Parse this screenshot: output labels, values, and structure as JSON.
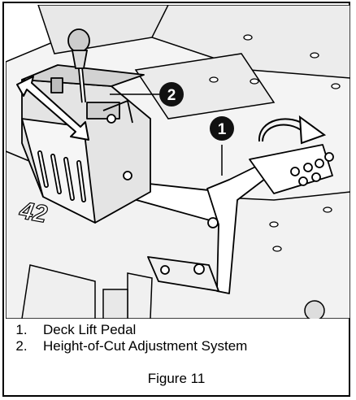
{
  "figure": {
    "callouts": [
      "1",
      "2"
    ],
    "legend": [
      {
        "number": "1.",
        "label": "Deck Lift Pedal"
      },
      {
        "number": "2.",
        "label": "Height-of-Cut Adjustment System"
      }
    ],
    "title": "Figure 11",
    "deck_marking": "42"
  },
  "colors": {
    "outline": "#000000",
    "background": "#ffffff",
    "deck_fill": "#f2f2f2",
    "part_fill": "#e6e6e6",
    "callout_fill": "#111111"
  }
}
